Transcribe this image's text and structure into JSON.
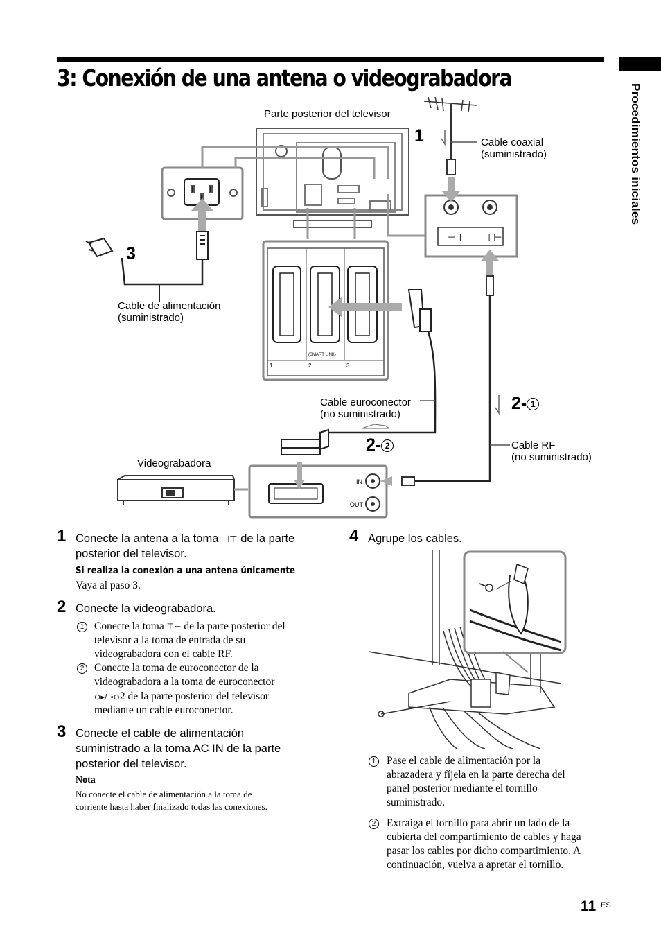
{
  "header": {
    "title": "3: Conexión de una antena o videograbadora",
    "side_tab": "Procedimientos iniciales"
  },
  "figure": {
    "tv_back_label": "Parte posterior del televisor",
    "coax_label": [
      "Cable coaxial",
      "(suministrado)"
    ],
    "power_label": [
      "Cable de alimentación",
      "(suministrado)"
    ],
    "euro_label": [
      "Cable euroconector",
      "(no suministrado)"
    ],
    "rf_label": [
      "Cable RF",
      "(no suministrado)"
    ],
    "vcr_label": "Videograbadora",
    "smart_link": "(SMART LINK)",
    "in_label": "IN",
    "out_label": "OUT",
    "callout_1": "1",
    "callout_3": "3",
    "callout_2_1": "2-",
    "callout_2_1_circ": "1",
    "callout_2_2": "2-",
    "callout_2_2_circ": "2",
    "scart_nums": [
      "1",
      "2",
      "3"
    ]
  },
  "steps": {
    "s1": {
      "num": "1",
      "text_a": "Conecte la antena a la toma",
      "text_b": "de la parte",
      "text_c": "posterior del televisor.",
      "subhead": "Si realiza la conexión a una antena únicamente",
      "body": "Vaya al paso 3."
    },
    "s2": {
      "num": "2",
      "text": "Conecte la videograbadora.",
      "i1_num": "1",
      "i1_a": "Conecte la toma",
      "i1_b": "de la parte posterior del",
      "i1_c": "televisor a la toma de entrada de su",
      "i1_d": "videograbadora con el cable RF.",
      "i2_num": "2",
      "i2_a": "Conecte la toma de euroconector de la",
      "i2_b": "videograbadora a la toma de euroconector",
      "i2_c": "2 de la parte posterior del televisor",
      "i2_d": "mediante un cable euroconector."
    },
    "s3": {
      "num": "3",
      "text_a": "Conecte el cable de alimentación",
      "text_b": "suministrado a la toma AC IN de la parte",
      "text_c": "posterior del televisor.",
      "nota_title": "Nota",
      "nota_a": "No conecte el cable de alimentación a la toma de",
      "nota_b": "corriente hasta haber finalizado todas las conexiones."
    },
    "s4": {
      "num": "4",
      "text": "Agrupe los cables.",
      "i1_num": "1",
      "i1_a": "Pase el cable de alimentación por la",
      "i1_b": "abrazadera y fíjela en la parte derecha del",
      "i1_c": "panel posterior mediante el tornillo",
      "i1_d": "suministrado.",
      "i2_num": "2",
      "i2_a": "Extraiga el tornillo para abrir un lado de la",
      "i2_b": "cubierta del compartimiento de cables y haga",
      "i2_c": "pasar los cables por dicho compartimiento. A",
      "i2_d": "continuación, vuelva a apretar el tornillo."
    }
  },
  "footer": {
    "page": "11",
    "suffix": "ES"
  }
}
